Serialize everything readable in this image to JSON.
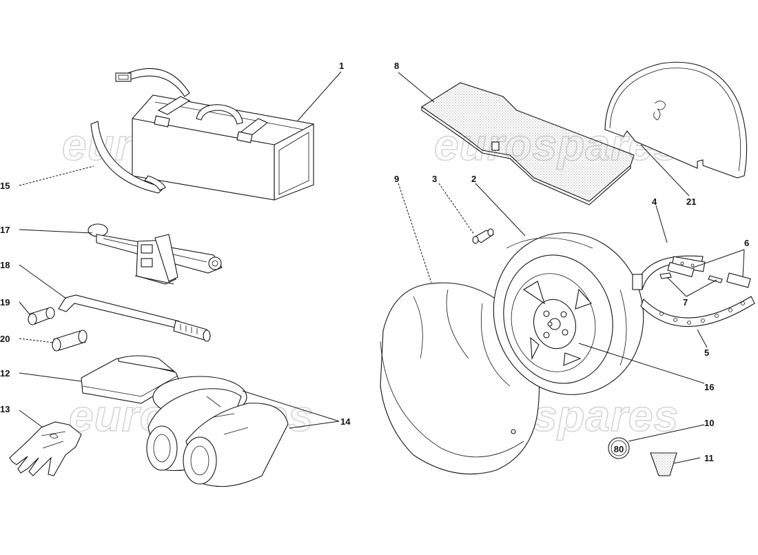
{
  "watermark": "eurospares",
  "callouts": {
    "c1": "1",
    "c2": "2",
    "c3": "3",
    "c4": "4",
    "c5": "5",
    "c6": "6",
    "c7": "7",
    "c8": "8",
    "c9": "9",
    "c10": "10",
    "c11": "11",
    "c12": "12",
    "c13": "13",
    "c14": "14",
    "c15": "15",
    "c16": "16",
    "c17": "17",
    "c18": "18",
    "c19": "19",
    "c20": "20",
    "c21": "21"
  },
  "badge_text": "80"
}
